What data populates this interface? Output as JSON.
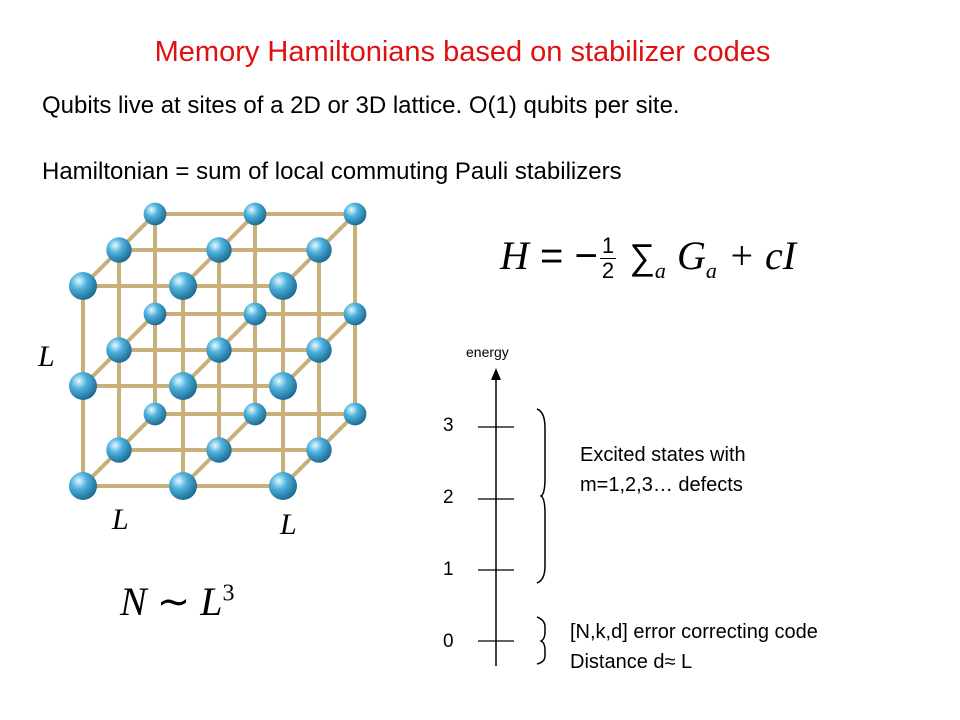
{
  "slide": {
    "title": "Memory Hamiltonians based on stabilizer codes",
    "bullet1": "Qubits live at sites of a 2D or 3D lattice. O(1) qubits per site.",
    "bullet2": "Hamiltonian = sum of local commuting Pauli stabilizers"
  },
  "lattice": {
    "label_left": "L",
    "label_bottom": "L",
    "label_right": "L",
    "scaling_lhs": "N",
    "scaling_op": "∼",
    "scaling_base": "L",
    "scaling_exp": "3",
    "colors": {
      "node": "#4fb3de",
      "node_dark": "#1d6b93",
      "edge": "#c9b07a"
    }
  },
  "hamiltonian": {
    "lhs": "H",
    "eq": "= −",
    "frac_num": "1",
    "frac_den": "2",
    "sum": "∑",
    "sum_sub": "a",
    "term": "G",
    "term_sub": "a",
    "rest": "+ cI"
  },
  "spectrum": {
    "axis_label": "energy",
    "levels": [
      "0",
      "1",
      "2",
      "3"
    ],
    "excited_note": [
      "Excited states with",
      "m=1,2,3…  defects"
    ],
    "ground_note": [
      "[N,k,d] error correcting code",
      "Distance d≈ L"
    ]
  }
}
